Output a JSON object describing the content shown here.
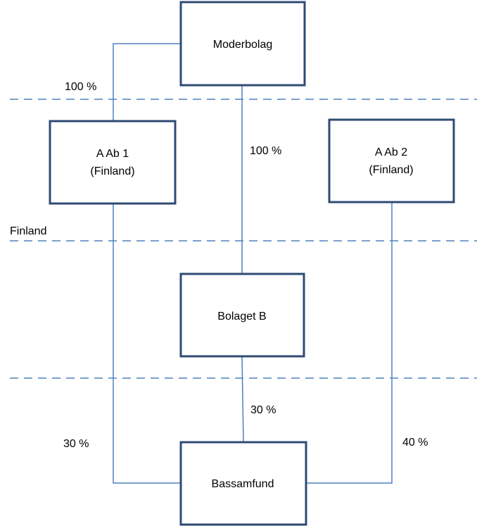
{
  "colors": {
    "box_border": "#2f4b73",
    "connector": "#4f81bd",
    "dashed_separator": "#4f81bd",
    "text": "#000000"
  },
  "boxes": {
    "moderbolag": {
      "line1": "Moderbolag"
    },
    "a_ab_1": {
      "line1": "A Ab 1",
      "line2": "(Finland)"
    },
    "a_ab_2": {
      "line1": "A Ab 2",
      "line2": "(Finland)"
    },
    "bolaget_b": {
      "line1": "Bolaget B"
    },
    "bassamfund": {
      "line1": "Bassamfund"
    }
  },
  "labels": {
    "moderbolag_to_a_ab_1": "100 %",
    "moderbolag_to_bolaget_b": "100 %",
    "finland_zone": "Finland",
    "bolaget_b_to_bassamfund": "30 %",
    "a_ab_1_to_bassamfund": "30 %",
    "a_ab_2_to_bassamfund": "40 %"
  }
}
